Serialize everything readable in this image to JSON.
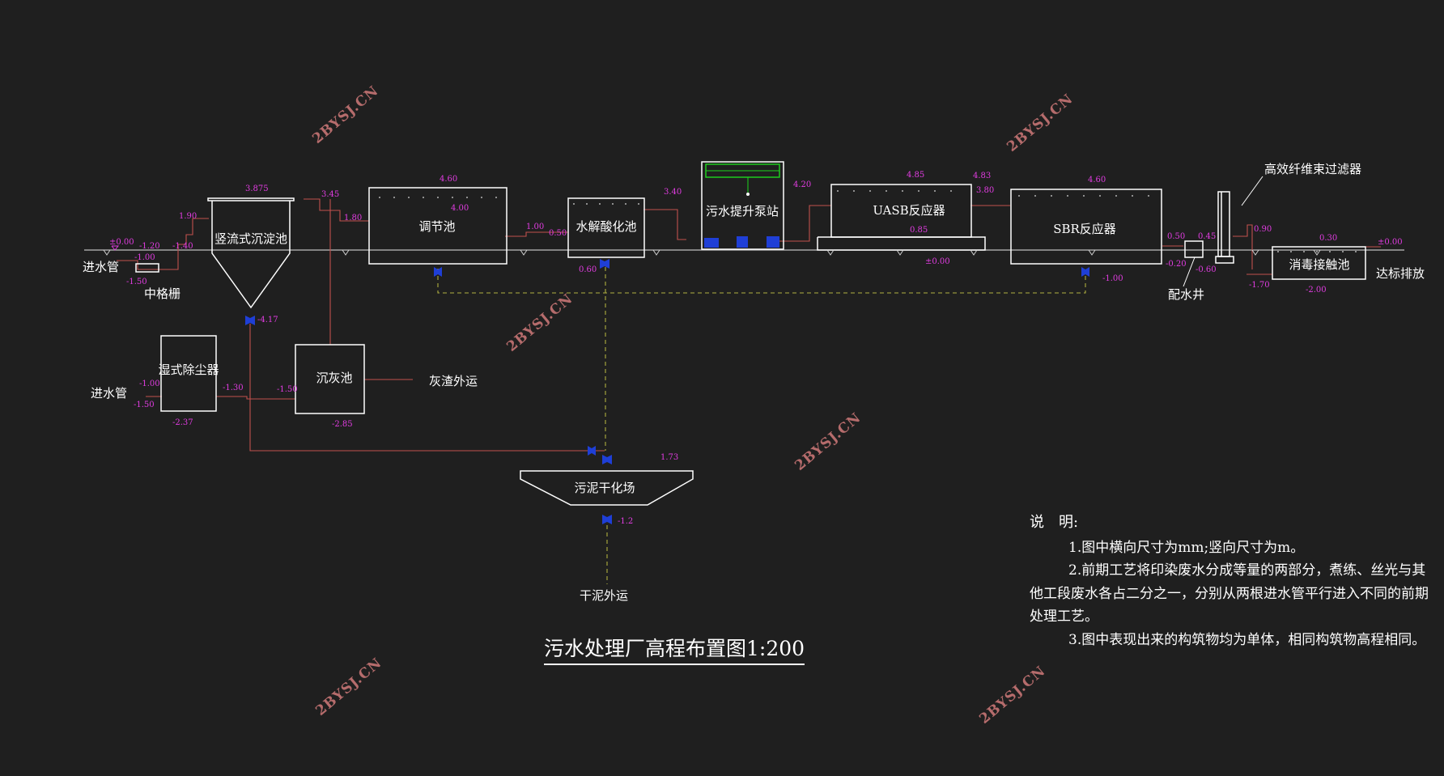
{
  "drawing": {
    "title": "污水处理厂高程布置图1:200",
    "units": [
      {
        "name": "screen",
        "label": "中格栅"
      },
      {
        "name": "vertical-settling-tank",
        "label": "竖流式沉淀池"
      },
      {
        "name": "regulating-tank",
        "label": "调节池"
      },
      {
        "name": "hydrolysis-tank",
        "label": "水解酸化池"
      },
      {
        "name": "lift-pump-station",
        "label": "污水提升泵站"
      },
      {
        "name": "uasb-reactor",
        "label": "UASB反应器"
      },
      {
        "name": "sbr-reactor",
        "label": "SBR反应器"
      },
      {
        "name": "fiber-filter",
        "label": "高效纤维束过滤器"
      },
      {
        "name": "distribution-well",
        "label": "配水井"
      },
      {
        "name": "disinfection-tank",
        "label": "消毒接触池"
      },
      {
        "name": "wet-dust-collector",
        "label": "湿式除尘器"
      },
      {
        "name": "ash-settling-tank",
        "label": "沉灰池"
      },
      {
        "name": "sludge-drying-bed",
        "label": "污泥干化场"
      }
    ],
    "flow_labels": {
      "inlet_top": "进水管",
      "inlet_bottom": "进水管",
      "discharge": "达标排放",
      "ash_out": "灰渣外运",
      "sludge_out": "干泥外运"
    },
    "elevations": {
      "inlet_top": "±0.00",
      "screen_a": "-1.20",
      "screen_b": "-1.40",
      "screen_c": "-1.00",
      "screen_d": "-1.50",
      "pipe_1_90": "1.90",
      "settle_top": "3.875",
      "settle_bottom": "-4.17",
      "pipe_3_45": "3.45",
      "pipe_1_80": "1.80",
      "reg_top": "4.60",
      "reg_water": "4.00",
      "pipe_1_00": "1.00",
      "hyd_in": "0.50",
      "hyd_bottom": "0.60",
      "pipe_3_40": "3.40",
      "pump_out": "4.20",
      "uasb_top": "4.85",
      "uasb_bottom": "0.85",
      "uasb_out": "4.83",
      "sbr_in": "3.80",
      "sbr_top": "4.60",
      "uasb_ground": "±0.00",
      "sbr_bottom": "-1.00",
      "well_a": "0.50",
      "well_b": "-0.20",
      "well_c": "0.45",
      "well_d": "-0.60",
      "filter_out": "0.90",
      "disinf_top": "0.30",
      "disinf_in": "-1.70",
      "disinf_bottom": "-2.00",
      "outlet": "±0.00",
      "dust_a": "-1.00",
      "dust_b": "-1.50",
      "dust_bottom": "-2.37",
      "dust_out": "-1.30",
      "ash_in": "-1.50",
      "ash_bottom": "-2.85",
      "sludge_top": "1.73",
      "sludge_bottom": "-1.2"
    },
    "watermark": "2BYSJ.CN"
  },
  "notes": {
    "heading": "说　明:",
    "items": [
      "1.图中横向尺寸为mm;竖向尺寸为m。",
      "2.前期工艺将印染废水分成等量的两部分，煮练、丝光与其他工段废水各占二分之一，分别从两根进水管平行进入不同的前期处理工艺。",
      "3.图中表现出来的构筑物均为单体，相同构筑物高程相同。"
    ]
  },
  "colors": {
    "background": "#1f1f1f",
    "structure": "#ffffff",
    "elevation": "#e13ce1",
    "water_pipe": "#c0504d",
    "sludge_pipe": "#b0b040",
    "valve": "#1f3fd6",
    "pump_frame": "#1ed61e",
    "watermark": "#d17a7a"
  }
}
